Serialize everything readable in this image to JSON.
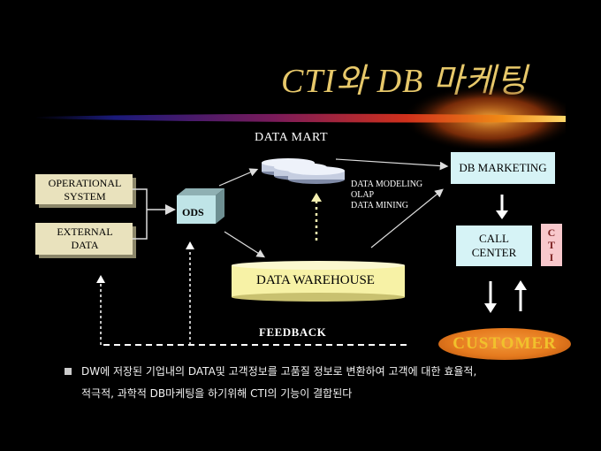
{
  "title": "CTI와 DB 마케팅",
  "colors": {
    "title": "#e7c86a",
    "cyan_box": "#d6f3f6",
    "pink_box": "#f8c8cc",
    "beige_box": "#e9e2bd",
    "warehouse": "#f7f2a6",
    "customer": "#e57a1e"
  },
  "diagram": {
    "data_mart_label": "DATA MART",
    "dm_tools": [
      "DATA MODELING",
      "OLAP",
      "DATA MINING"
    ],
    "operational_system": "OPERATIONAL\nSYSTEM",
    "external_data": "EXTERNAL\nDATA",
    "ods": "ODS",
    "data_warehouse": "DATA WAREHOUSE",
    "db_marketing": "DB MARKETING",
    "call_center": "CALL\nCENTER",
    "cti": "C\nT\nI",
    "feedback": "FEEDBACK",
    "customer": "CUSTOMER"
  },
  "notes": [
    "DW에 저장된 기업내의 DATA및 고객정보를 고품질 정보로 변환하여 고객에 대한 효율적,",
    "적극적, 과학적 DB마케팅을 하기위해  CTI의 기능이 결합된다"
  ]
}
